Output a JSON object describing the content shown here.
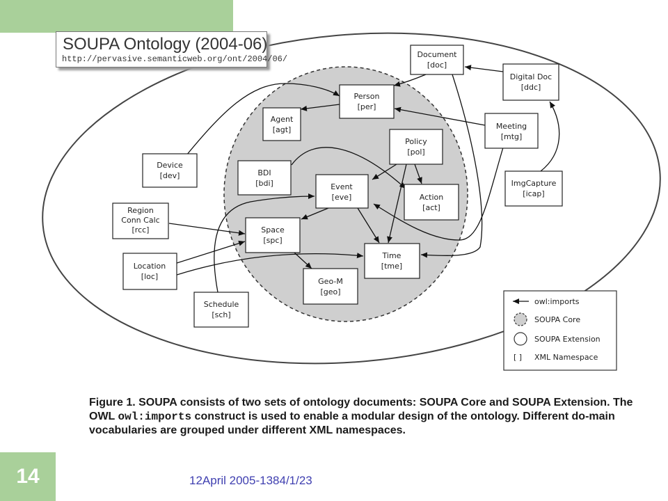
{
  "slide": {
    "number": "14",
    "footer_date": "12April 2005-1384/1/23"
  },
  "colors": {
    "accent_green": "#a9d09a",
    "core_fill": "#cfcfcf",
    "footer_blue": "#3f3fb0"
  },
  "title": {
    "main": "SOUPA Ontology (2004-06)",
    "url": "http://pervasive.semanticweb.org/ont/2004/06/"
  },
  "nodes": {
    "document": {
      "name": "Document",
      "ns": "[doc]"
    },
    "person": {
      "name": "Person",
      "ns": "[per]"
    },
    "digital_doc": {
      "name": "Digital Doc",
      "ns": "[ddc]"
    },
    "agent": {
      "name": "Agent",
      "ns": "[agt]"
    },
    "meeting": {
      "name": "Meeting",
      "ns": "[mtg]"
    },
    "policy": {
      "name": "Policy",
      "ns": "[pol]"
    },
    "device": {
      "name": "Device",
      "ns": "[dev]"
    },
    "bdi": {
      "name": "BDI",
      "ns": "[bdi]"
    },
    "event": {
      "name": "Event",
      "ns": "[eve]"
    },
    "action": {
      "name": "Action",
      "ns": "[act]"
    },
    "imgcapture": {
      "name": "ImgCapture",
      "ns": "[icap]"
    },
    "region": {
      "name_line1": "Region",
      "name_line2": "Conn Calc",
      "ns": "[rcc]"
    },
    "space": {
      "name": "Space",
      "ns": "[spc]"
    },
    "time": {
      "name": "Time",
      "ns": "[tme]"
    },
    "location": {
      "name": "Location",
      "ns": "[loc]"
    },
    "geo": {
      "name": "Geo-M",
      "ns": "[geo]"
    },
    "schedule": {
      "name": "Schedule",
      "ns": "[sch]"
    }
  },
  "legend": {
    "imports": "owl:imports",
    "core": "SOUPA Core",
    "extension": "SOUPA Extension",
    "namespace_symbol": "[   ]",
    "namespace": "XML Namespace"
  },
  "caption": {
    "part1": "Figure 1. SOUPA consists of two sets of ontology documents: SOUPA Core and SOUPA Extension. The OWL ",
    "code": "owl:imports",
    "part2": " construct is used to enable a modular design of the ontology. Different do-main vocabularies are grouped under different XML namespaces."
  }
}
